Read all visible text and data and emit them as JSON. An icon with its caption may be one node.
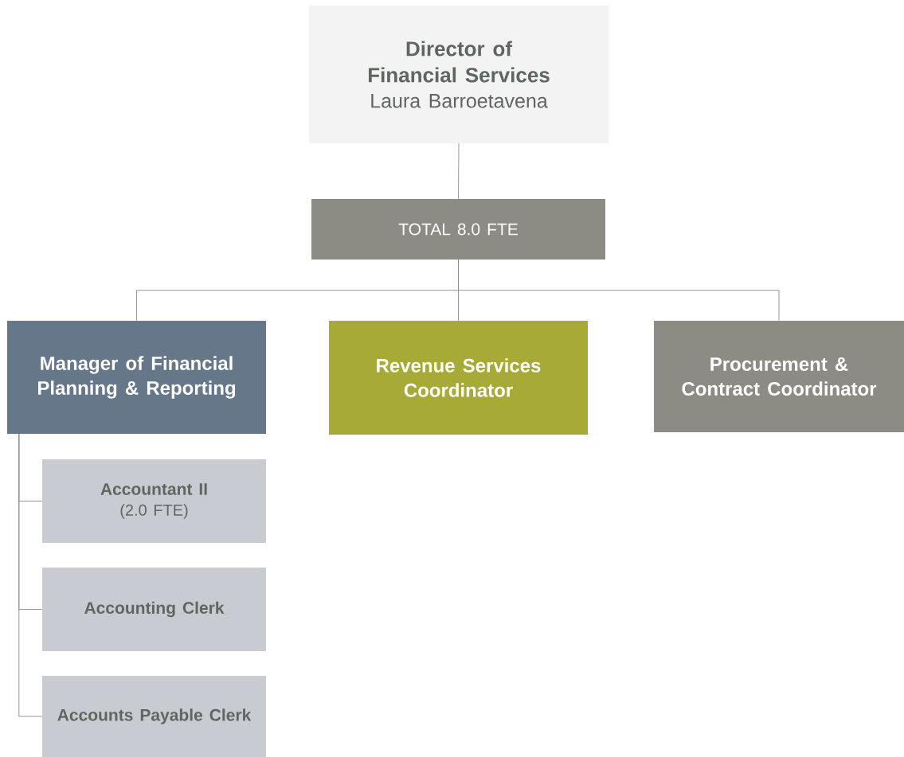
{
  "diagram": {
    "nodes": [
      {
        "text": [
          "Director of Financial Services",
          "Laura Barroetavena"
        ]
      },
      {
        "text": [
          "TOTAL 8.0 FTE"
        ]
      },
      {
        "text": [
          "Manager of Financial Planning & Reporting"
        ]
      },
      {
        "text": [
          "Revenue Services Coordinator"
        ]
      },
      {
        "text": [
          "Procurement & Contract Coordinator"
        ]
      },
      {
        "text": [
          "Accountant II",
          "(2.0 FTE)"
        ]
      },
      {
        "text": [
          "Accounting Clerk"
        ]
      },
      {
        "text": [
          "Accounts Payable Clerk"
        ]
      }
    ],
    "edges": [
      {
        "from": 0,
        "to": 1,
        "arrow": "none"
      },
      {
        "from": 1,
        "to": 2,
        "arrow": "none"
      },
      {
        "from": 1,
        "to": 3,
        "arrow": "none"
      },
      {
        "from": 1,
        "to": 4,
        "arrow": "none"
      },
      {
        "from": 2,
        "to": 5,
        "arrow": "none"
      },
      {
        "from": 2,
        "to": 6,
        "arrow": "none"
      },
      {
        "from": 2,
        "to": 7,
        "arrow": "none"
      }
    ]
  }
}
